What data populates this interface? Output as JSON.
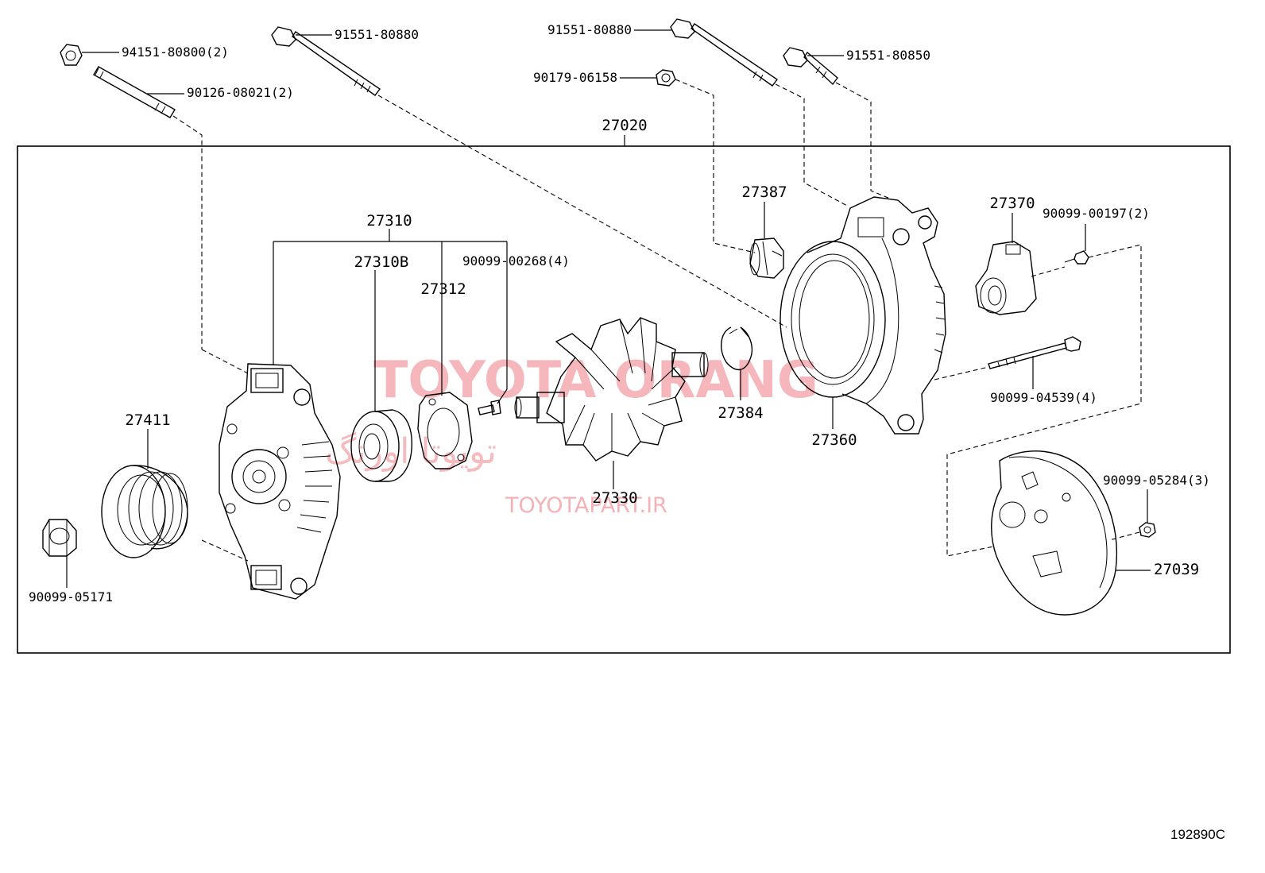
{
  "labels": {
    "nut_94151": "94151-80800(2)",
    "stud_90126": "90126-08021(2)",
    "bolt_91551_80880_left": "91551-80880",
    "bolt_91551_80880_right": "91551-80880",
    "bolt_91551_80850": "91551-80850",
    "nut_90179": "90179-06158",
    "assembly_27020": "27020",
    "frame_27310": "27310",
    "frame_27310B": "27310B",
    "retainer_27312": "27312",
    "screw_90099_00268": "90099-00268(4)",
    "pulley_27411": "27411",
    "nut_90099_05171": "90099-05171",
    "rotor_27330": "27330",
    "ring_27384": "27384",
    "insulator_27387": "27387",
    "stator_27360": "27360",
    "holder_27370": "27370",
    "screw_90099_00197": "90099-00197(2)",
    "bolt_90099_04539": "90099-04539(4)",
    "nut_90099_05284": "90099-05284(3)",
    "cover_27039": "27039",
    "diagram_code": "192890C"
  },
  "watermark": {
    "brand": "TOYOTA ORANG",
    "persian": "تویوتا اورنگ",
    "url": "TOYOTAPART.IR",
    "color": "#f2a0a6"
  }
}
